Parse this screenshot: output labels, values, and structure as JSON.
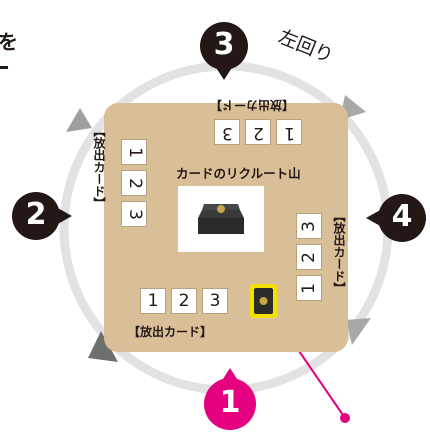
{
  "intro_text": "を",
  "direction_label": "左回り",
  "center_label": "カードのリクルート山",
  "players": [
    {
      "number": "1",
      "color": "#e4007f",
      "discard_label": "【放出カード】",
      "cards": [
        "1",
        "2",
        "3"
      ]
    },
    {
      "number": "2",
      "color": "#231815",
      "discard_label": "【放出カード】",
      "cards": [
        "1",
        "2",
        "3"
      ]
    },
    {
      "number": "3",
      "color": "#231815",
      "discard_label": "【放出カード】",
      "cards": [
        "1",
        "2",
        "3"
      ]
    },
    {
      "number": "4",
      "color": "#231815",
      "discard_label": "【放出カード】",
      "cards": [
        "1",
        "2",
        "3"
      ]
    }
  ],
  "colors": {
    "table": "#d8bf98",
    "ring": "#e0e0e0",
    "arrow": "#9f9f9f",
    "arrow_dark": "#6f6f6f",
    "highlight": "#f2e000",
    "pointer": "#e4007f"
  }
}
